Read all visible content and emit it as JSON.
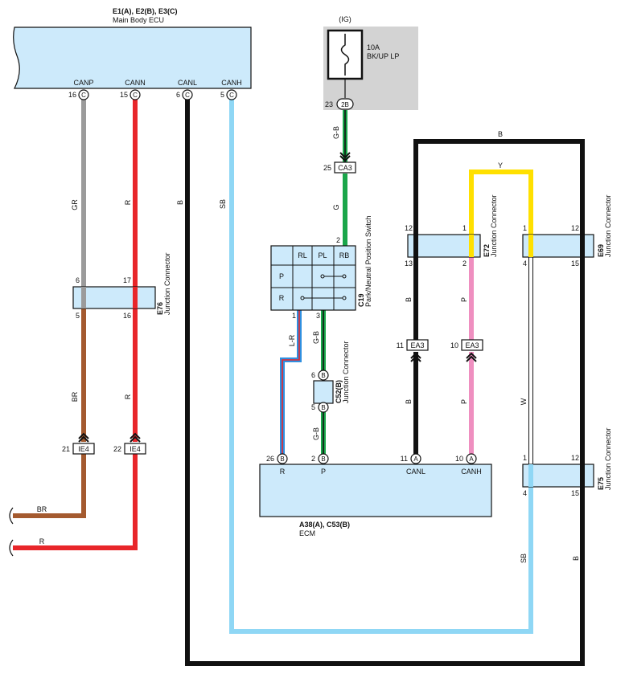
{
  "ecu": {
    "title": "E1(A), E2(B), E3(C)",
    "name": "Main Body ECU",
    "pins": [
      {
        "label": "CANP",
        "num": "16",
        "cav": "C"
      },
      {
        "label": "CANN",
        "num": "15",
        "cav": "C"
      },
      {
        "label": "CANL",
        "num": "6",
        "cav": "C"
      },
      {
        "label": "CANH",
        "num": "5",
        "cav": "C"
      }
    ]
  },
  "fuse": {
    "ig": "(IG)",
    "rating": "10A",
    "name": "BK/UP LP",
    "pin": "23",
    "cav": "2B"
  },
  "ca3": {
    "pin": "25",
    "name": "CA3"
  },
  "park_switch": {
    "id": "C19",
    "name": "Park/Neutral Position Switch",
    "pin_top": "2",
    "cols": [
      "RL",
      "PL",
      "RB"
    ],
    "rows": [
      "P",
      "R"
    ],
    "pin_bottom_left": "1",
    "pin_bottom_right": "3"
  },
  "e76": {
    "id": "E76",
    "name": "Junction Connector",
    "top_left": "6",
    "top_right": "17",
    "bot_left": "5",
    "bot_right": "16"
  },
  "ie4": {
    "left_pin": "21",
    "right_pin": "22",
    "name": "IE4"
  },
  "c52": {
    "id": "C52(B)",
    "name": "Junction Connector",
    "top": "6",
    "bot": "5",
    "cav": "B"
  },
  "e72": {
    "id": "E72",
    "name": "Junction Connector",
    "tl": "12",
    "tr": "1",
    "bl": "13",
    "br": "2"
  },
  "e69": {
    "id": "E69",
    "name": "Junction Connector",
    "tl": "1",
    "tr": "12",
    "bl": "4",
    "br": "15"
  },
  "e75": {
    "id": "E75",
    "name": "Junction Connector",
    "tl": "1",
    "tr": "12",
    "bl": "4",
    "br": "15"
  },
  "ea3": {
    "left_pin": "11",
    "right_pin": "10",
    "name": "EA3"
  },
  "ecm": {
    "title": "A38(A), C53(B)",
    "name": "ECM",
    "pins": [
      {
        "label": "R",
        "num": "26",
        "cav": "B"
      },
      {
        "label": "P",
        "num": "2",
        "cav": "B"
      },
      {
        "label": "CANL",
        "num": "11",
        "cav": "A"
      },
      {
        "label": "CANH",
        "num": "10",
        "cav": "A"
      }
    ]
  },
  "wires": {
    "gr": "GR",
    "r": "R",
    "b": "B",
    "sb": "SB",
    "gb": "G-B",
    "g": "G",
    "lr": "L-R",
    "br": "BR",
    "y": "Y",
    "p": "P",
    "w": "W"
  },
  "colors": {
    "gray": "#9b9b9b",
    "red": "#e8262a",
    "black": "#111111",
    "sky": "#8fd7f5",
    "green": "#1aa64a",
    "brown": "#a45a2f",
    "yellow": "#ffe000",
    "pink": "#ef8fc0",
    "blue": "#2f8fe0",
    "box": "#cdeafb",
    "shade": "#d3d3d3"
  }
}
